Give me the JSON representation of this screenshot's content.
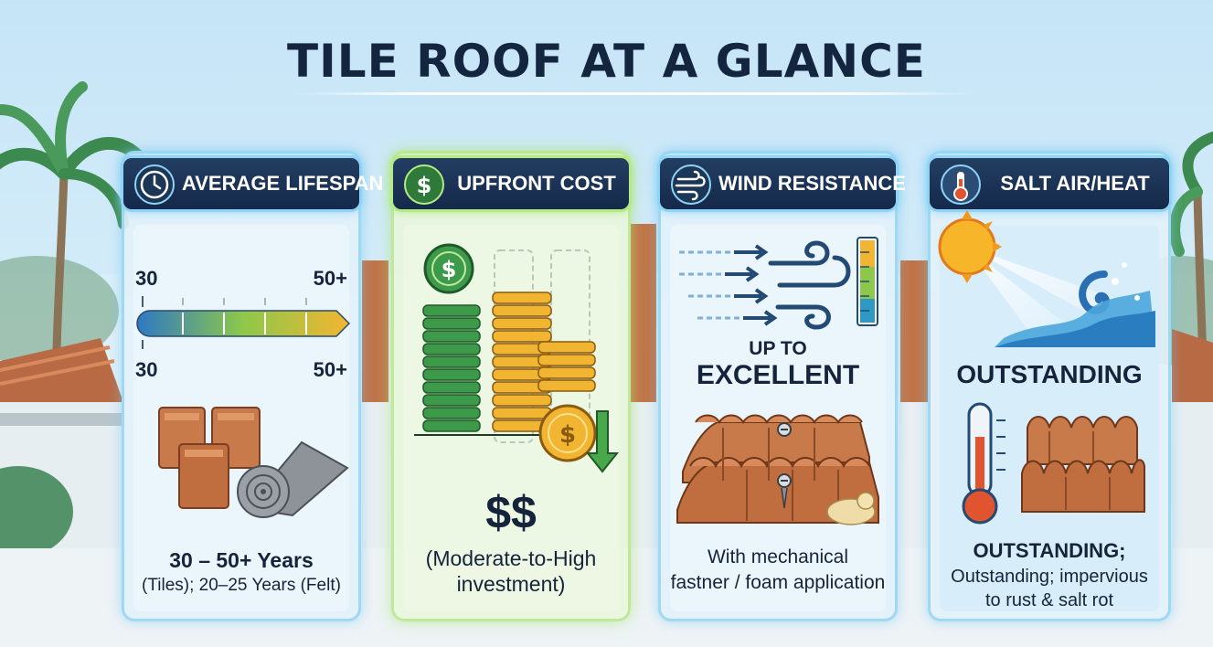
{
  "title": "TILE ROOF AT A GLANCE",
  "cards": [
    {
      "header": "AVERAGE LIFESPAN",
      "icon": "clock-icon",
      "scale_start_top": "30",
      "scale_end_top": "50+",
      "scale_start_bottom": "30",
      "scale_end_bottom": "50+",
      "footer_main": "30 – 50+ Years",
      "footer_sub": "(Tiles); 20–25 Years (Felt)"
    },
    {
      "header": "UPFRONT COST",
      "icon": "dollar-icon",
      "rating": "$$",
      "footer_line1": "(Moderate-to-High",
      "footer_line2": "investment)"
    },
    {
      "header": "WIND RESISTANCE",
      "icon": "wind-icon",
      "rating_line1": "UP TO",
      "rating_line2": "EXCELLENT",
      "footer_line1": "With mechanical",
      "footer_line2": "fastner / foam application"
    },
    {
      "header": "SALT AIR/HEAT",
      "icon": "thermometer-icon",
      "rating": "OUTSTANDING",
      "footer_main": "OUTSTANDING;",
      "footer_line1": "Outstanding; impervious",
      "footer_line2": "to rust & salt rot"
    }
  ],
  "colors": {
    "title": "#14263f",
    "header_bg": "#1b3253",
    "header_border": "#8fd3f5",
    "accent_green": "#b4ea86",
    "tile": "#c97a4a"
  }
}
